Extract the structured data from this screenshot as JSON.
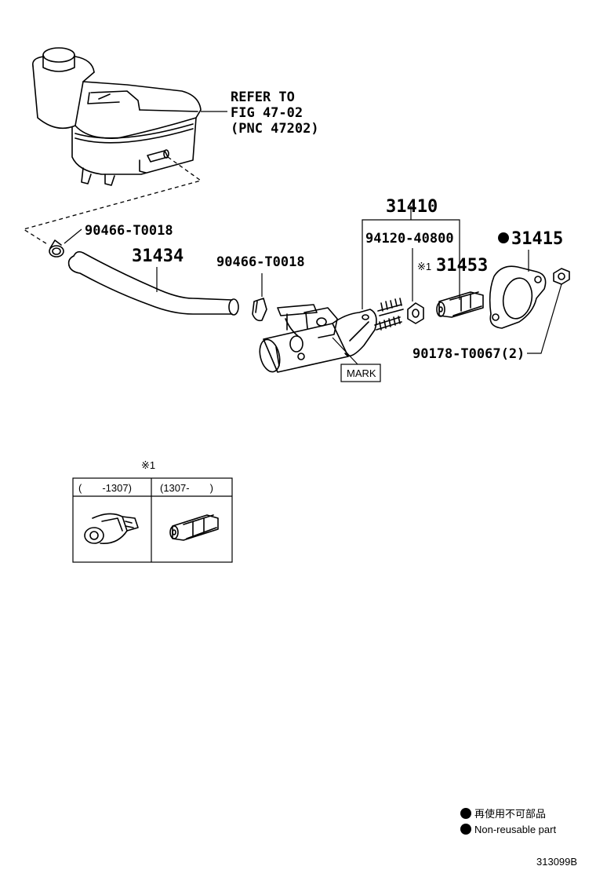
{
  "refer_note": {
    "line1": "REFER TO",
    "line2": "FIG 47-02",
    "line3": "(PNC 47202)"
  },
  "labels": {
    "clip_left": "90466-T0018",
    "hose": "31434",
    "clip_right": "90466-T0018",
    "master_cylinder": "31410",
    "nut": "94120-40800",
    "pushrod_clevis": "31453",
    "pushrod_clevis_mark": "※1",
    "gasket": "31415",
    "gasket_bullet": "●",
    "bolt": "90178-T0067(2)",
    "mark_box": "MARK"
  },
  "variant_table": {
    "note_mark": "※1",
    "columns": [
      {
        "header": "(　　-1307)",
        "icon": "pushrod-clevis-old-icon"
      },
      {
        "header": "(1307-　　)",
        "icon": "pushrod-clevis-new-icon"
      }
    ]
  },
  "legend": {
    "bullet": "●",
    "line1": "再使用不可部品",
    "line2": "Non-reusable part"
  },
  "figure_code": "313099B"
}
